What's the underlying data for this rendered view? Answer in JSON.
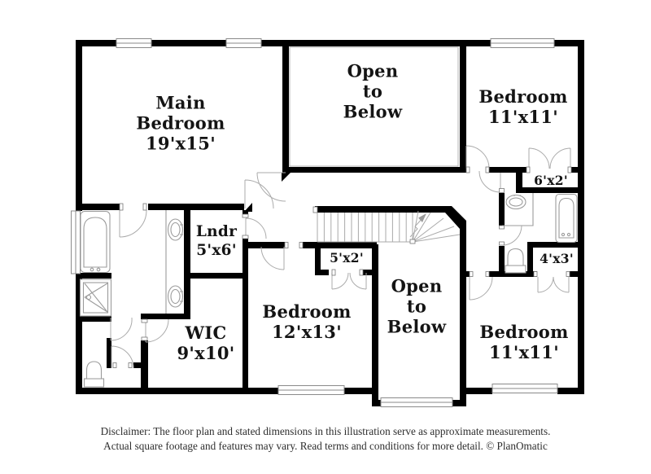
{
  "page": {
    "background": "#ffffff"
  },
  "colors": {
    "wall": "#000000",
    "thin_line": "#9b9b9b",
    "door_arc": "#ababab",
    "label_text": "#141414",
    "footer_text": "#2e2e2e"
  },
  "rooms": {
    "main_bedroom": {
      "lines": [
        "Main",
        "Bedroom",
        "19'x15'"
      ]
    },
    "open_below_top": {
      "lines": [
        "Open",
        "to",
        "Below"
      ]
    },
    "bedroom_top_right": {
      "lines": [
        "Bedroom",
        "11'x11'"
      ]
    },
    "closet_6x2": {
      "lines": [
        "6'x2'"
      ]
    },
    "laundry": {
      "lines": [
        "Lndr",
        "5'x6'"
      ]
    },
    "closet_5x2": {
      "lines": [
        "5'x2'"
      ]
    },
    "open_below_bottom": {
      "lines": [
        "Open",
        "to",
        "Below"
      ]
    },
    "wic": {
      "lines": [
        "WIC",
        "9'x10'"
      ]
    },
    "bedroom_center": {
      "lines": [
        "Bedroom",
        "12'x13'"
      ]
    },
    "closet_4x3": {
      "lines": [
        "4'x3'"
      ]
    },
    "bedroom_bottom_right": {
      "lines": [
        "Bedroom",
        "11'x11'"
      ]
    }
  },
  "fixtures": [
    "bathtub",
    "shower",
    "double-vanity-sink",
    "toilet",
    "pedestal-sink",
    "bathtub",
    "toilet",
    "staircase"
  ],
  "footer": {
    "line1": "Disclaimer: The floor plan and stated dimensions in this illustration serve as approximate measurements.",
    "line2": "Actual square footage and features may vary. Read terms and conditions for more detail. © PlanOmatic"
  }
}
